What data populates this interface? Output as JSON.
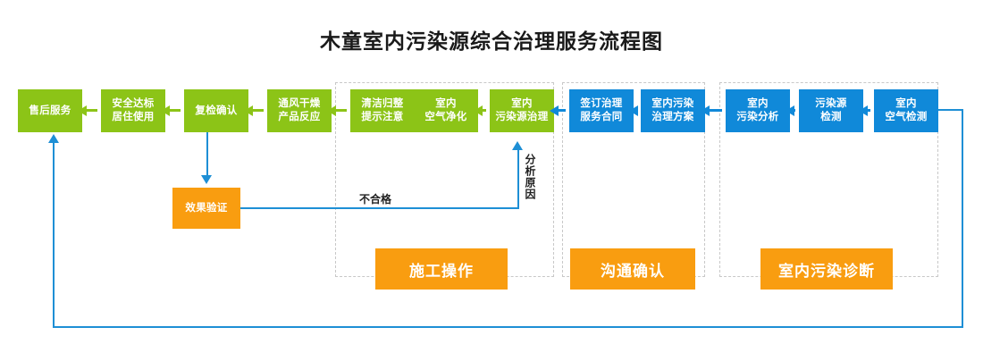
{
  "title": "木童室内污染源综合治理服务流程图",
  "colors": {
    "green": "#8cc417",
    "blue": "#1089d9",
    "orange": "#f99d10",
    "connector": "#1e8fd5",
    "group_border": "#c8c8c8",
    "title_text": "#1a1a1a",
    "node_text": "#ffffff",
    "label_text": "#222222"
  },
  "nodes": [
    {
      "id": "after-sales-service",
      "color": "green",
      "lines": [
        "售后服务"
      ]
    },
    {
      "id": "safe-standard-living",
      "color": "green",
      "lines": [
        "安全达标",
        "居住使用"
      ]
    },
    {
      "id": "recheck-confirm",
      "color": "green",
      "lines": [
        "复检确认"
      ]
    },
    {
      "id": "ventilate-dry-reaction",
      "color": "green",
      "lines": [
        "通风干燥",
        "产品反应"
      ]
    },
    {
      "id": "clean-tidy-notice",
      "color": "green",
      "lines": [
        "清洁归整",
        "提示注意"
      ]
    },
    {
      "id": "indoor-air-purification",
      "color": "green",
      "lines": [
        "室内",
        "空气净化"
      ]
    },
    {
      "id": "indoor-source-treatment",
      "color": "green",
      "lines": [
        "室内",
        "污染源治理"
      ]
    },
    {
      "id": "sign-service-contract",
      "color": "blue",
      "lines": [
        "签订治理",
        "服务合同"
      ]
    },
    {
      "id": "indoor-treatment-plan",
      "color": "blue",
      "lines": [
        "室内污染",
        "治理方案"
      ]
    },
    {
      "id": "indoor-pollution-analysis",
      "color": "blue",
      "lines": [
        "室内",
        "污染分析"
      ]
    },
    {
      "id": "pollution-source-testing",
      "color": "blue",
      "lines": [
        "污染源",
        "检测"
      ]
    },
    {
      "id": "indoor-air-testing",
      "color": "blue",
      "lines": [
        "室内",
        "空气检测"
      ]
    },
    {
      "id": "effect-verification",
      "color": "orange",
      "lines": [
        "效果验证"
      ]
    }
  ],
  "stages": [
    {
      "id": "construction-operation",
      "label": "施工操作"
    },
    {
      "id": "communication-confirm",
      "label": "沟通确认"
    },
    {
      "id": "indoor-pollution-diagnosis",
      "label": "室内污染诊断"
    }
  ],
  "edge_labels": {
    "fail": "不合格",
    "analyze_cause": "分析原因"
  }
}
